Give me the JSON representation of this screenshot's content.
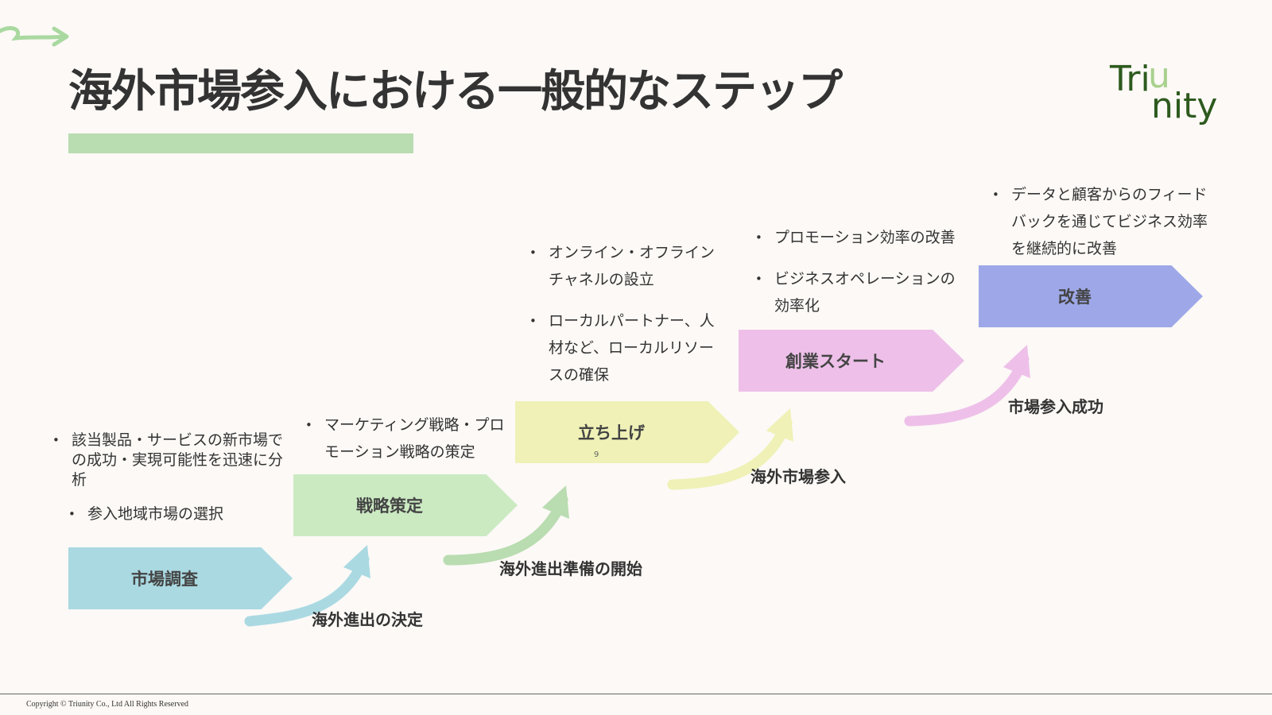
{
  "title": "海外市場参入における一般的なステップ",
  "logo": {
    "line1": "Tri",
    "overlap": "u",
    "line2": "nity"
  },
  "colors": {
    "step1": "#aad9e2",
    "step2": "#cbeac2",
    "step3": "#eff1b6",
    "step4": "#eec0e9",
    "step5": "#9ea8e8",
    "title_bar": "#b9dcb0",
    "logo_dark": "#2d5a1e",
    "logo_light": "#a9d18e"
  },
  "steps": [
    {
      "label": "市場調査",
      "bullets": [
        "該当製品・サービスの新市場での成功・実現可能性を迅速に分析",
        "参入地域市場の選択"
      ]
    },
    {
      "label": "戦略策定",
      "bullets": [
        "マーケティング戦略・プロモーション戦略の策定"
      ]
    },
    {
      "label": "立ち上げ",
      "bullets": [
        "オンライン・オフラインチャネルの設立",
        "ローカルパートナー、人材など、ローカルリソースの確保"
      ]
    },
    {
      "label": "創業スタート",
      "bullets": [
        "プロモーション効率の改善",
        "ビジネスオペレーションの効率化"
      ]
    },
    {
      "label": "改善",
      "bullets": [
        "データと顧客からのフィードバックを通じてビジネス効率を継続的に改善"
      ]
    }
  ],
  "milestones": [
    "海外進出の決定",
    "海外進出準備の開始",
    "海外市場参入",
    "市場参入成功"
  ],
  "page_number": "9",
  "copyright": "Copyright © Triunity Co., Ltd All Rights Reserved"
}
